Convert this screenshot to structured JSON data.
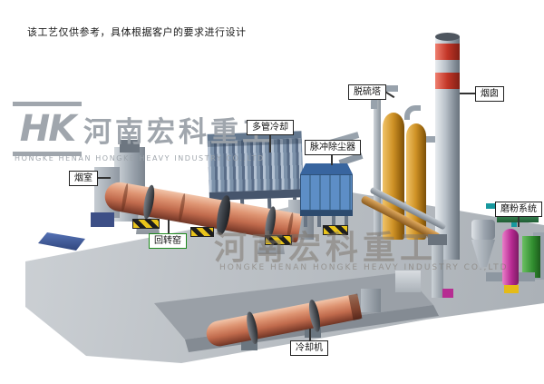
{
  "disclaimer": "该工艺仅供参考，具体根据客户的要求进行设计",
  "watermark": {
    "logo_initials": "HK",
    "company_cn": "河南宏科重工",
    "company_en": "HONGKE HENAN HONGKE HEAVY INDUSTRY CO.,LTD",
    "center_cn": "河南宏科重工",
    "center_en": "HONGKE HENAN HONGKE HEAVY INDUSTRY CO.,LTD"
  },
  "labels": {
    "smoke_chamber": "烟室",
    "rotary_kiln": "回转窑",
    "multi_tube_cooler": "多管冷却",
    "pulse_dust_collector": "脉冲除尘器",
    "desulfurization_tower": "脱硫塔",
    "chimney": "烟囱",
    "grinding_system": "磨粉系统",
    "cooling_machine": "冷却机"
  },
  "colors": {
    "kiln_salmon": "#c06a4c",
    "cooler_blue_gray": "#7d92aa",
    "dust_collector_blue": "#5d8ec6",
    "desulfur_orange": "#cf9226",
    "chimney_red": "#c23527",
    "platform_gray": "#bcc1c6",
    "hazard_yellow": "#e9c41a",
    "grinding_magenta": "#b82a92",
    "grinding_green": "#2f8c2e",
    "grinding_teal": "#17989e",
    "pad_blue": "#3f5fa8",
    "label_green_border": "#1f8a1f"
  }
}
